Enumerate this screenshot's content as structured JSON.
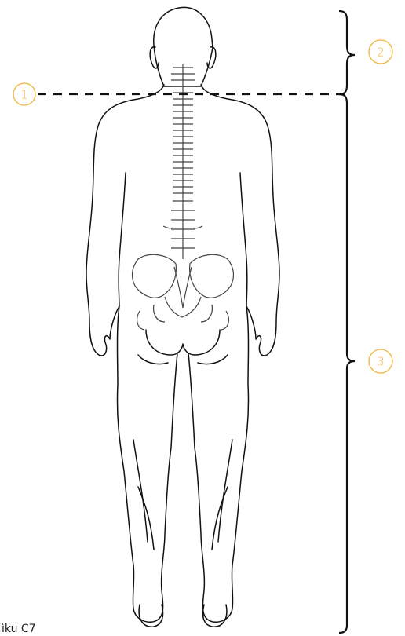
{
  "callouts": [
    {
      "id": "1",
      "label": "1"
    },
    {
      "id": "2",
      "label": "2"
    },
    {
      "id": "3",
      "label": "3"
    }
  ],
  "caption": "ìku C7",
  "colors": {
    "outline": "#111111",
    "callout": "#f0b43c",
    "dashed_line": "#111111"
  },
  "icons": {
    "figure": "human-body-back-view-icon",
    "spine": "spine-icon",
    "pelvis": "pelvis-icon"
  }
}
